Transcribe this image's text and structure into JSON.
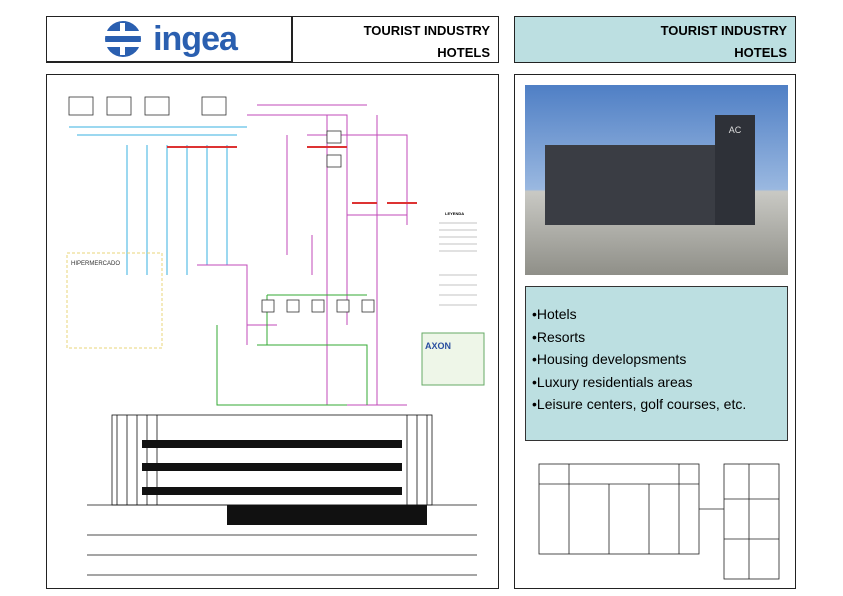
{
  "header": {
    "logo_text": "ingea",
    "title_line1": "TOURIST INDUSTRY",
    "title_line2": "HOTELS",
    "right_title_line1": "TOURIST INDUSTRY",
    "right_title_line2": "HOTELS"
  },
  "diagram": {
    "inset_label": "HIPERMERCADO",
    "legend_title": "LEYENDA",
    "stamp_brand": "AXON"
  },
  "bullets": [
    "•Hotels",
    "•Resorts",
    "•Housing developsments",
    "•Luxury residentials areas",
    "•Leisure centers, golf courses, etc."
  ],
  "photo": {
    "sign": "AC"
  }
}
